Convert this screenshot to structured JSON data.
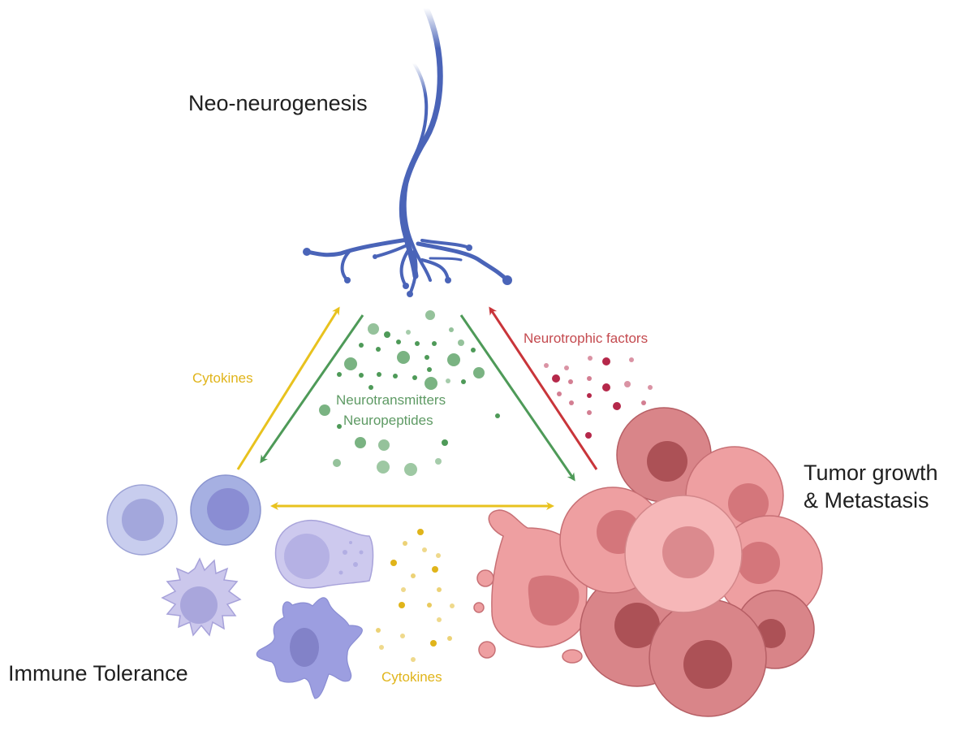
{
  "title": "Neural – immune – tumor crosstalk",
  "nodes": {
    "neurogenesis": {
      "label": "Neo-neurogenesis"
    },
    "tumor": {
      "label_line1": "Tumor growth",
      "label_line2": "& Metastasis"
    },
    "immune": {
      "label": "Immune Tolerance"
    }
  },
  "signals": {
    "cytokines_left": "Cytokines",
    "cytokines_bottom": "Cytokines",
    "neurotransmitters": "Neurotransmitters",
    "neuropeptides": "Neuropeptides",
    "neurotrophic": "Neurotrophic factors"
  },
  "colors": {
    "nerve": "#4a64b8",
    "cytokine": "#e8c21e",
    "neurotransmitter": "#4e9a58",
    "neurotrophic": "#c9353a",
    "tumor": "#e99a9c",
    "tumor_dark": "#b85c62",
    "immune": "#a9a9e0",
    "text": "#1f1f1f"
  },
  "edges": [
    {
      "from": "immune",
      "to": "neurogenesis",
      "signal": "Cytokines",
      "color": "cytokine"
    },
    {
      "from": "neurogenesis",
      "to": "immune",
      "signal": "Neurotransmitters / Neuropeptides",
      "color": "neurotransmitter"
    },
    {
      "from": "neurogenesis",
      "to": "tumor",
      "signal": "Neurotransmitters / Neuropeptides",
      "color": "neurotransmitter"
    },
    {
      "from": "tumor",
      "to": "neurogenesis",
      "signal": "Neurotrophic factors",
      "color": "neurotrophic"
    },
    {
      "from": "immune",
      "to": "tumor",
      "signal": "Cytokines",
      "color": "cytokine",
      "bidirectional": true
    }
  ]
}
